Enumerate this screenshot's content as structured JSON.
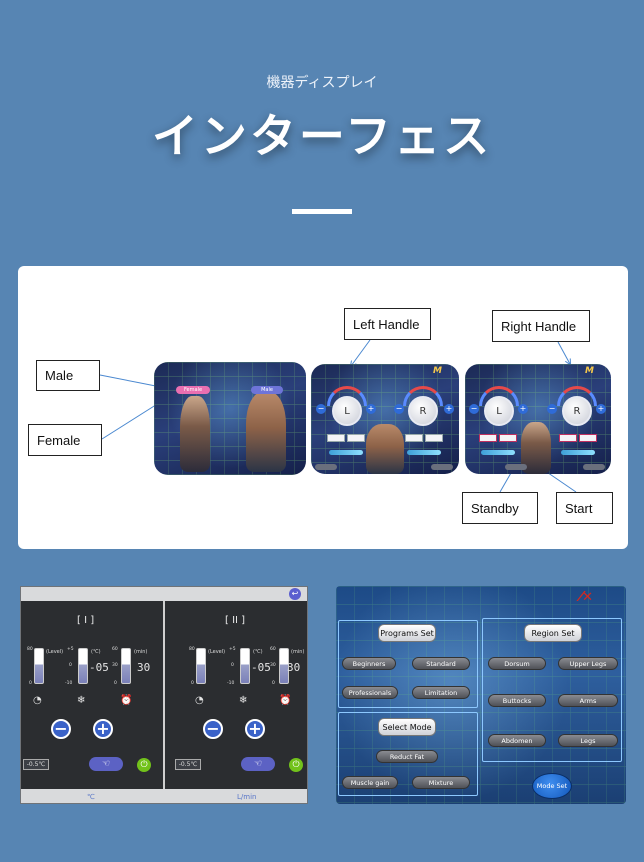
{
  "header": {
    "subtitle": "機器ディスプレイ",
    "title": "インターフェス"
  },
  "diagram": {
    "callouts": {
      "male": "Male",
      "female": "Female",
      "left_handle": "Left Handle",
      "right_handle": "Right Handle",
      "standby": "Standby",
      "start": "Start"
    },
    "screen1": {
      "female_pill": "Female",
      "male_pill": "Male"
    },
    "screen2": {
      "knob_left": "L",
      "knob_right": "R",
      "logo": "M"
    },
    "screen3": {
      "knob_left": "L",
      "knob_right": "R",
      "logo": "M"
    }
  },
  "temperature_panel": {
    "channels": [
      {
        "label": "[ I ]",
        "level_unit": "(Level)",
        "level_max": "80",
        "level_min": "0",
        "temp_unit": "(℃)",
        "temp_max": "+5",
        "temp_mid": "0",
        "temp_min": "-10",
        "temp_value": "-05",
        "time_unit": "(min)",
        "time_max": "60",
        "time_mid": "30",
        "time_min": "0",
        "time_value": "30",
        "readout": "-0.5℃"
      },
      {
        "label": "[ II ]",
        "level_unit": "(Level)",
        "level_max": "80",
        "level_min": "0",
        "temp_unit": "(℃)",
        "temp_max": "+5",
        "temp_mid": "0",
        "temp_min": "-10",
        "temp_value": "-05",
        "time_unit": "(min)",
        "time_max": "60",
        "time_mid": "30",
        "time_min": "0",
        "time_value": "30",
        "readout": "-0.5℃"
      }
    ],
    "minus_label": "−",
    "plus_label": "+",
    "footer_left": "℃",
    "footer_right": "L/min"
  },
  "program_panel": {
    "programs_set": "Programs Set",
    "programs": [
      "Beginners",
      "Standard",
      "Professionals",
      "Limitation"
    ],
    "select_mode": "Select Mode",
    "modes": [
      "Reduct Fat",
      "Muscle gain",
      "Mixture"
    ],
    "region_set": "Region Set",
    "regions": [
      "Dorsum",
      "Upper Legs",
      "Buttocks",
      "Arms",
      "Abdomen",
      "Legs"
    ],
    "mode_set": "Mode Set"
  }
}
